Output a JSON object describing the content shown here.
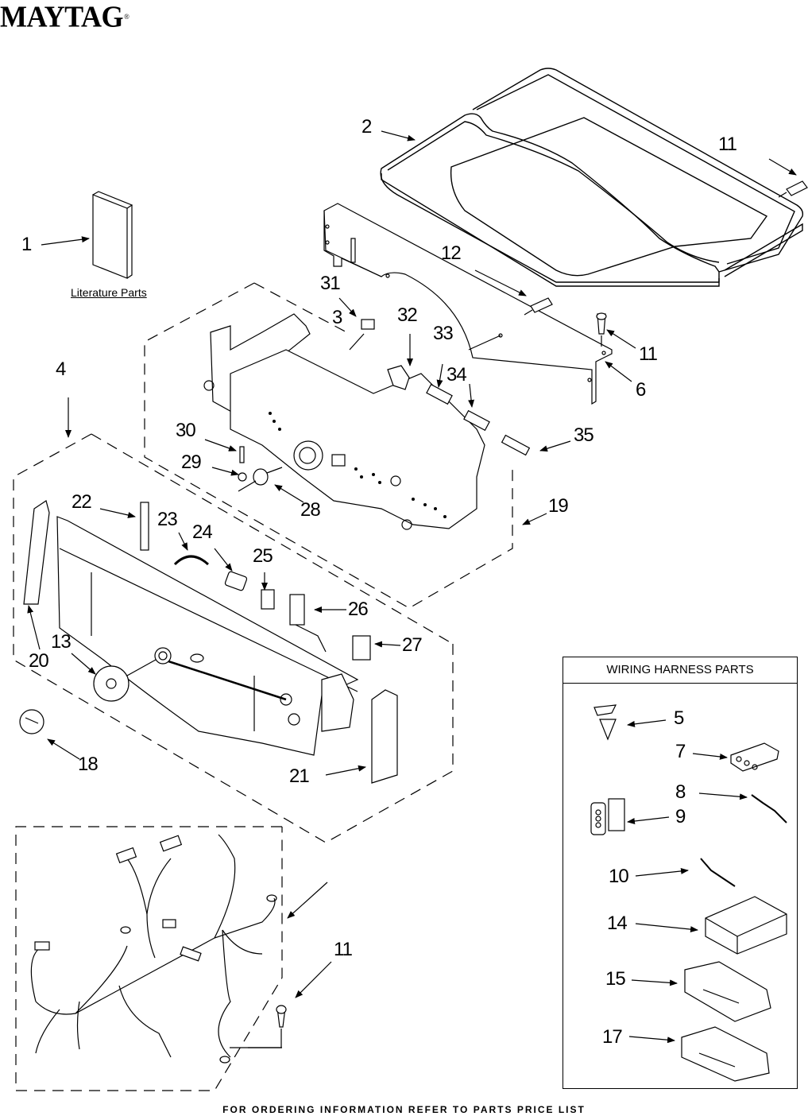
{
  "brand": {
    "name": "MAYTAG",
    "mark": "®"
  },
  "literature_label": "Literature Parts",
  "wiring_box": {
    "title": "WIRING HARNESS PARTS"
  },
  "footer": "FOR ORDERING INFORMATION REFER TO PARTS PRICE LIST",
  "callouts": {
    "c1": "1",
    "c2": "2",
    "c3": "3",
    "c4": "4",
    "c5": "5",
    "c6": "6",
    "c7": "7",
    "c8": "8",
    "c9": "9",
    "c10": "10",
    "c11a": "11",
    "c11b": "11",
    "c11c": "11",
    "c12": "12",
    "c13": "13",
    "c14": "14",
    "c15": "15",
    "c17": "17",
    "c18": "18",
    "c19": "19",
    "c20": "20",
    "c21": "21",
    "c22": "22",
    "c23": "23",
    "c24": "24",
    "c25": "25",
    "c26": "26",
    "c27": "27",
    "c28": "28",
    "c29": "29",
    "c30": "30",
    "c31": "31",
    "c32": "32",
    "c33": "33",
    "c34": "34",
    "c35": "35"
  }
}
